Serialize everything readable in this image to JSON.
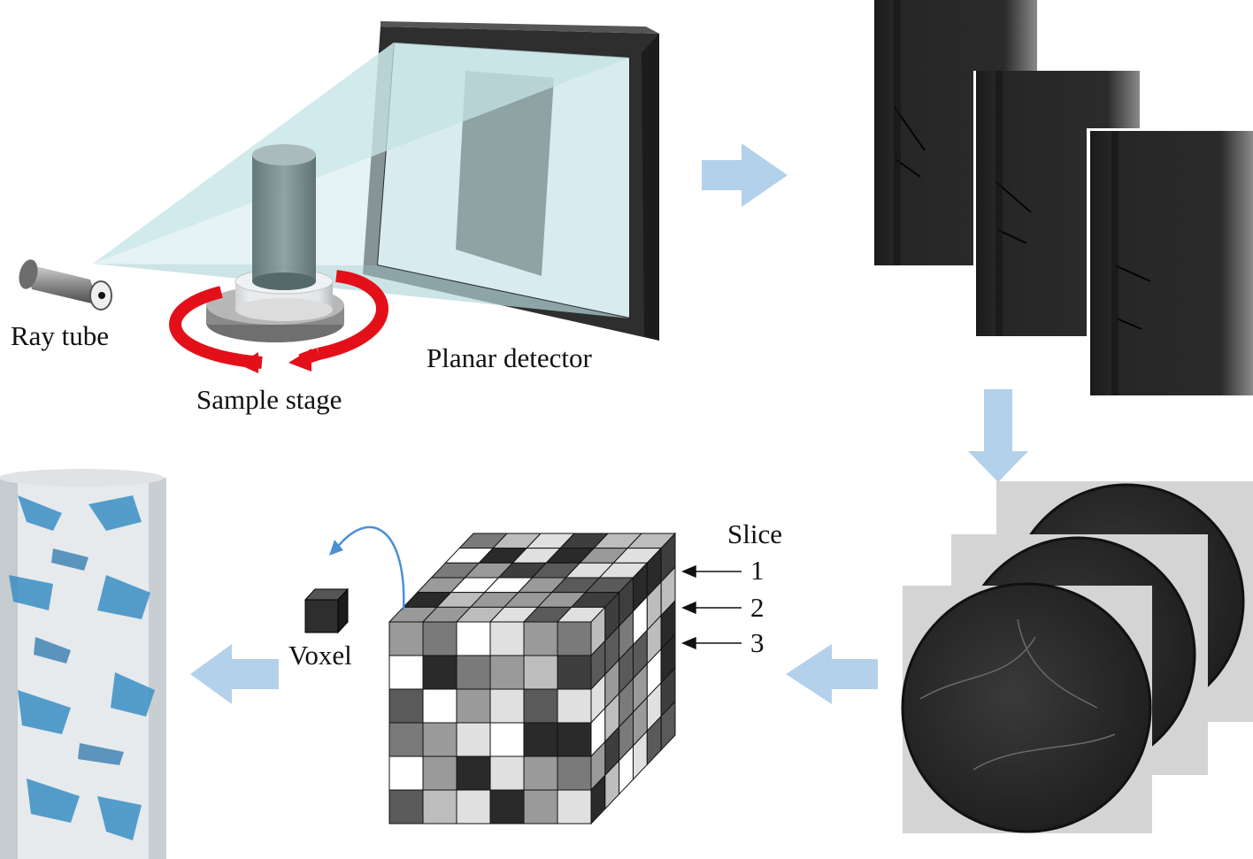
{
  "labels": {
    "ray_tube": "Ray tube",
    "sample_stage": "Sample stage",
    "planar_detector": "Planar detector",
    "voxel": "Voxel",
    "slice": "Slice",
    "slice_numbers": [
      "1",
      "2",
      "3"
    ]
  },
  "colors": {
    "flow_arrow": "#b3d1ea",
    "rotation_arrow": "#e3101a",
    "beam": "#c9e6e8",
    "detector_frame": "#3a3a3a",
    "voxel_link": "#4a90d6"
  },
  "icons": {
    "flow_arrows": "block-arrow",
    "rotation": "circular-arrow",
    "voxel": "cube"
  }
}
